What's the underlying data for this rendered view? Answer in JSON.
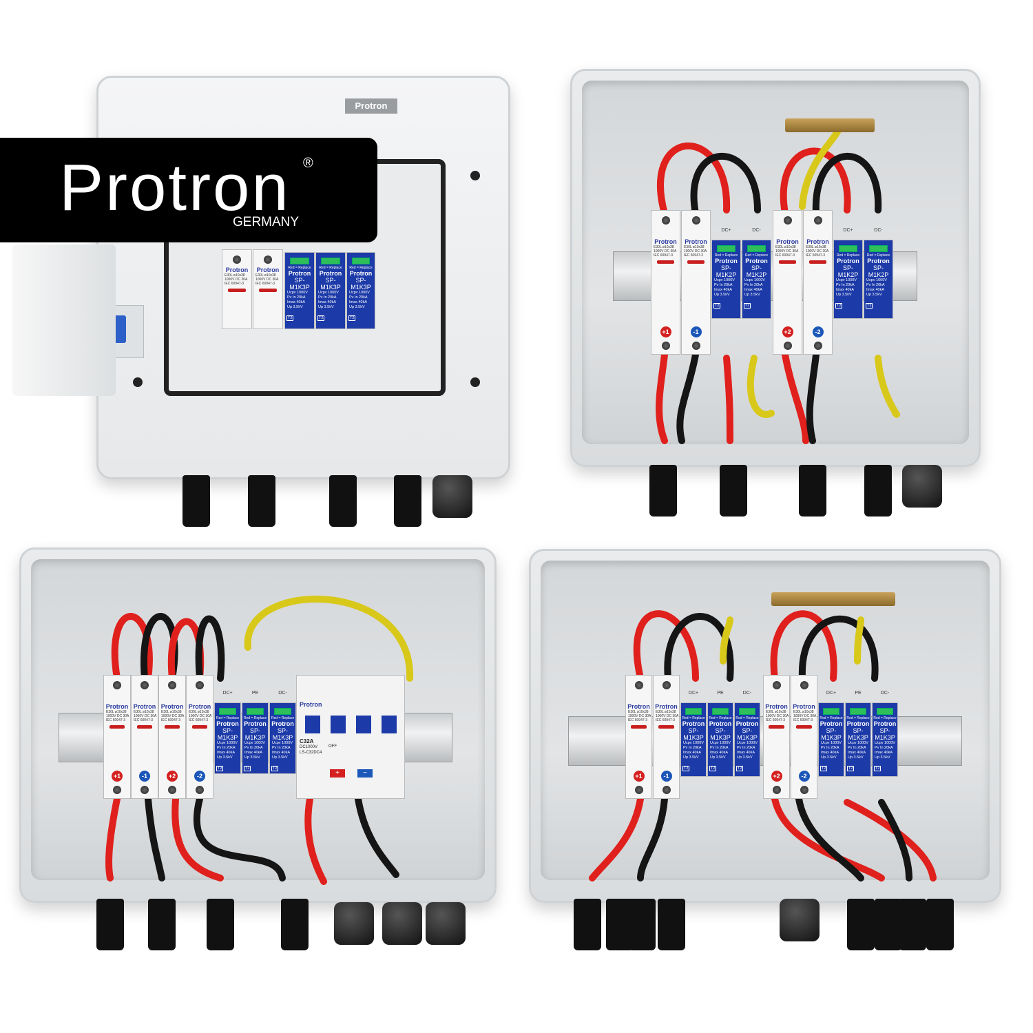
{
  "logo": {
    "brand": "Protron",
    "registered": "®",
    "subtitle": "GERMANY"
  },
  "door_badge": "Protron",
  "fuse": {
    "brand": "Protron",
    "model": "E30L ø10x38",
    "rating": "1000V DC 30A",
    "standard": "IEC 60947-3"
  },
  "spd_3p": {
    "note": "Red = Replace",
    "brand": "Protron",
    "model": "SP-M1K3P",
    "ucpv": "Ucpv 1000V",
    "pvin": "Pv In 20kA",
    "imax": "Imax 40kA",
    "up": "Up 3.5kV",
    "class": "T2"
  },
  "spd_2p": {
    "note": "Red = Replace",
    "brand": "Protron",
    "model": "SP-M1K2P",
    "ucpv": "Ucpv 1000V",
    "pvin": "Pv In 20kA",
    "imax": "Imax 40kA",
    "up": "Up 3.5kV",
    "class": "T2"
  },
  "spd_top_labels": [
    "DC+",
    "PE",
    "DC-"
  ],
  "terminals": [
    "+1",
    "-1",
    "+2",
    "-2"
  ],
  "breaker": {
    "brand": "Protron",
    "rating": "C32A",
    "voltage": "DC1000V",
    "model": "LS-C32DC4",
    "off": "OFF",
    "plus": "+",
    "minus": "−"
  },
  "colors": {
    "logo_bg": "#000000",
    "spd_blue": "#1c3aa8",
    "wire_red": "#e0201c",
    "wire_black": "#151515",
    "earth": "#d8c81a",
    "plus_terminal": "#d42020",
    "minus_terminal": "#1b57b8"
  }
}
